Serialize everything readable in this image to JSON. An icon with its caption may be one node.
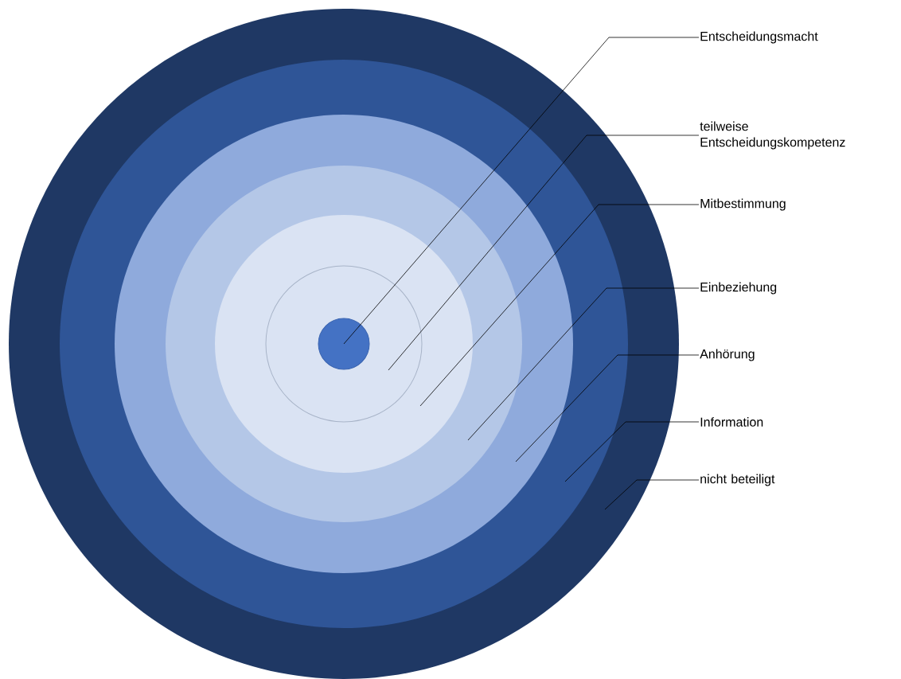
{
  "diagram": {
    "nodes": [
      {
        "text": [],
        "shape": "circle"
      },
      {
        "text": [],
        "shape": "circle",
        "in": 0
      },
      {
        "text": [],
        "shape": "circle",
        "in": 1
      },
      {
        "text": [],
        "shape": "circle",
        "in": 2
      },
      {
        "text": [],
        "shape": "circle",
        "in": 3
      },
      {
        "text": [],
        "shape": "circle",
        "in": 4
      },
      {
        "text": [],
        "shape": "circle",
        "in": 5
      },
      {
        "text": [
          "Entscheidungsmacht"
        ]
      },
      {
        "text": [
          "teilweise Entscheidungskompetenz"
        ]
      },
      {
        "text": [
          "Mitbestimmung"
        ]
      },
      {
        "text": [
          "Einbeziehung"
        ]
      },
      {
        "text": [
          "Anhörung"
        ]
      },
      {
        "text": [
          "Information"
        ]
      },
      {
        "text": [
          "nicht beteiligt"
        ]
      }
    ],
    "edges": [
      {
        "from": 7,
        "to": 6,
        "arrow": "none"
      },
      {
        "from": 8,
        "to": 5,
        "arrow": "none"
      },
      {
        "from": 9,
        "to": 4,
        "arrow": "none"
      },
      {
        "from": 10,
        "to": 3,
        "arrow": "none"
      },
      {
        "from": 11,
        "to": 2,
        "arrow": "none"
      },
      {
        "from": 12,
        "to": 1,
        "arrow": "none"
      },
      {
        "from": 13,
        "to": 0,
        "arrow": "none"
      }
    ]
  }
}
